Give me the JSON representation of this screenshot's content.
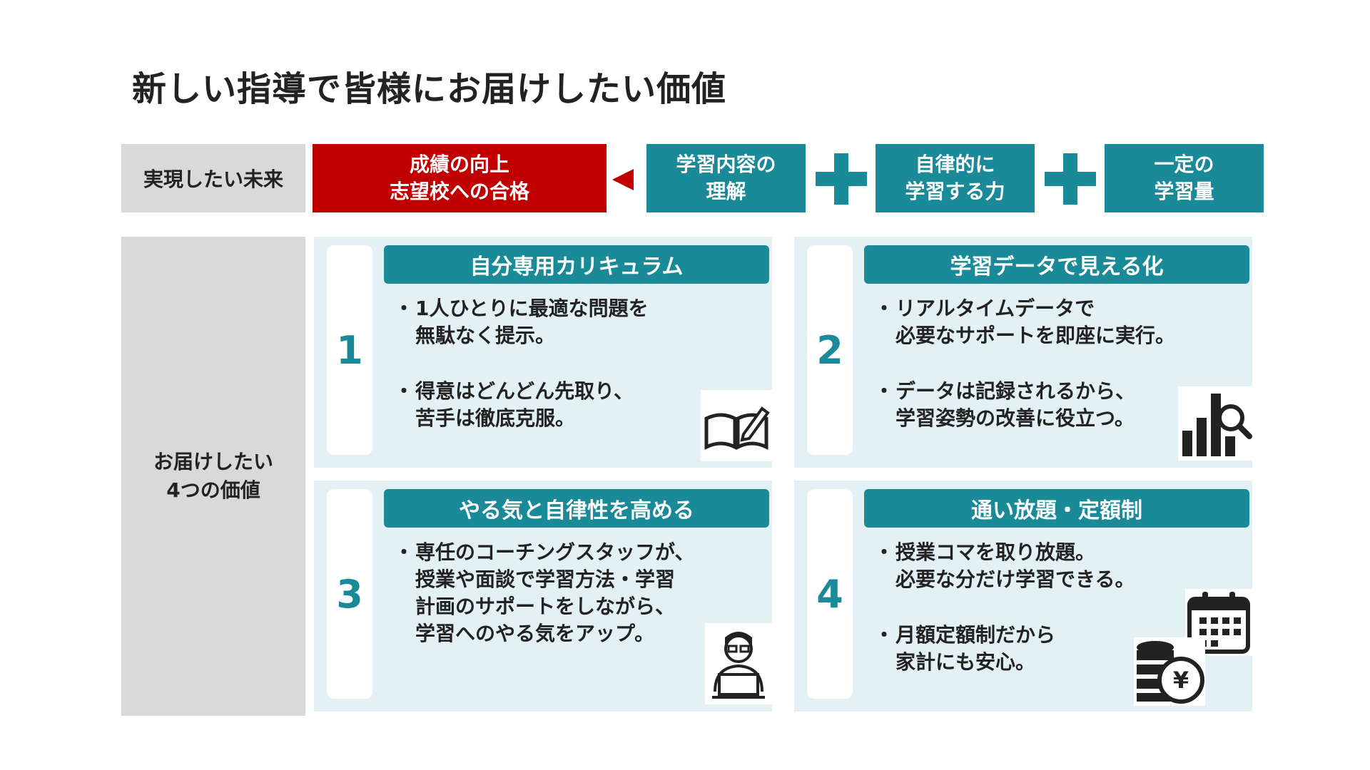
{
  "title": "新しい指導で皆様にお届けしたい価値",
  "row_future": {
    "label": "実現したい未来",
    "goal": [
      "成績の向上",
      "志望校への合格"
    ],
    "components": [
      [
        "学習内容の",
        "理解"
      ],
      [
        "自律的に",
        "学習する力"
      ],
      [
        "一定の",
        "学習量"
      ]
    ]
  },
  "row_values": {
    "label": "お届けしたい\n4つの価値"
  },
  "cards": [
    {
      "number": "1",
      "heading": "自分専用カリキュラム",
      "bullets": [
        {
          "mark": "・",
          "text": "1人ひとりに最適な問題を\n無駄なく提示。"
        },
        {
          "mark": "・",
          "text": "得意はどんどん先取り、\n苦手は徹底克服。"
        }
      ],
      "icon": "open-book-pencil-icon"
    },
    {
      "number": "2",
      "heading": "学習データで見える化",
      "bullets": [
        {
          "mark": "・",
          "text": "リアルタイムデータで\n必要なサポートを即座に実行。"
        },
        {
          "mark": "・",
          "text": "データは記録されるから、\n学習姿勢の改善に役立つ。"
        }
      ],
      "icon": "bar-chart-magnifier-icon"
    },
    {
      "number": "3",
      "heading": "やる気と自律性を高める",
      "bullets": [
        {
          "mark": "・",
          "text": "専任のコーチングスタッフが、\n授業や面談で学習方法・学習\n計画のサポートをしながら、\n学習へのやる気をアップ。"
        }
      ],
      "icon": "coach-person-icon"
    },
    {
      "number": "4",
      "heading": "通い放題・定額制",
      "bullets": [
        {
          "mark": "・",
          "text": "授業コマを取り放題。\n必要な分だけ学習できる。"
        },
        {
          "mark": "・",
          "text": "月額定額制だから\n家計にも安心。"
        }
      ],
      "icon": "calendar-coins-icon",
      "currency_symbol": "¥"
    }
  ],
  "colors": {
    "accent_red": "#c00000",
    "teal": "#1a8a99",
    "card_bg": "#e3f1f4",
    "label_bg": "#d9d9d9"
  }
}
